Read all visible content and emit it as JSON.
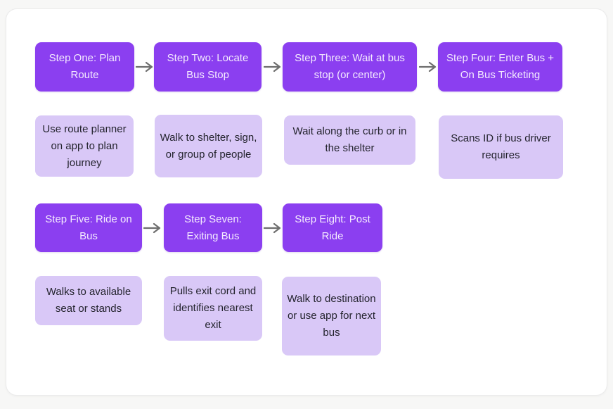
{
  "colors": {
    "step_bg": "#8b3ff0",
    "step_text": "#f4eafe",
    "detail_bg": "#d9c8f7",
    "detail_text": "#24242e",
    "arrow": "#6e6e6e",
    "page_bg": "#f7f7f6",
    "card_bg": "#ffffff"
  },
  "flowchart": {
    "steps": [
      "Step One: Plan Route",
      "Step Two: Locate Bus Stop",
      "Step Three: Wait at bus stop (or center)",
      "Step Four: Enter Bus + On Bus Ticketing",
      "Step Five: Ride on Bus",
      "Step Seven: Exiting Bus",
      "Step Eight: Post Ride"
    ],
    "details": [
      "Use route planner on app to plan journey",
      "Walk to shelter, sign, or group of people",
      "Wait along the curb or in the shelter",
      "Scans ID if bus driver requires",
      "Walks to available seat or stands",
      "Pulls exit cord and identifies nearest exit",
      "Walk to destination or use app for next bus"
    ]
  }
}
